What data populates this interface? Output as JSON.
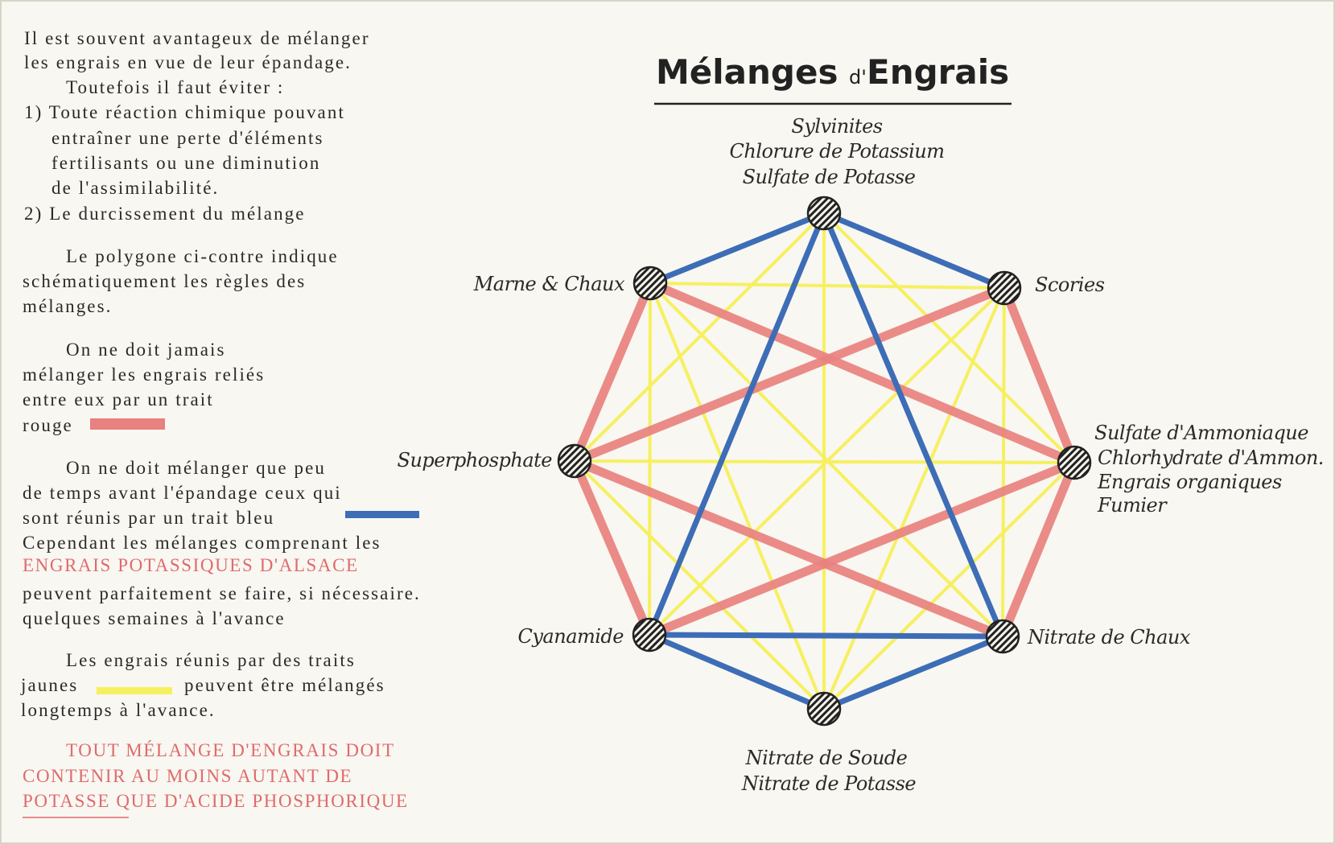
{
  "title": {
    "main": "Mélanges",
    "connector": "d'",
    "second": "Engrais"
  },
  "text_blocks": {
    "intro": [
      "Il est souvent avantageux de mélanger",
      "les engrais en vue de leur épandage.",
      "Toutefois il faut éviter :",
      "1) Toute réaction chimique pouvant",
      "entraîner une perte d'éléments",
      "fertilisants ou une diminution",
      "de l'assimilabilité.",
      "2) Le durcissement du mélange"
    ],
    "polygon": [
      "Le polygone ci-contre indique",
      "schématiquement  les règles des",
      "mélanges."
    ],
    "red_rule": [
      "On ne doit jamais",
      "mélanger les engrais reliés",
      "entre eux par un trait",
      "rouge"
    ],
    "blue_rule": [
      "On ne doit mélanger que peu",
      "de temps avant l'épandage ceux qui",
      "sont réunis par un trait bleu",
      "Cependant les mélanges comprenant les",
      "ENGRAIS POTASSIQUES D'ALSACE",
      "peuvent parfaitement se faire, si nécessaire.",
      "quelques semaines à l'avance"
    ],
    "yellow_rule": [
      "Les engrais réunis par des traits",
      "jaunes",
      "peuvent être mélangés",
      "longtemps à l'avance."
    ],
    "conclusion": [
      "TOUT MÉLANGE D'ENGRAIS DOIT",
      "CONTENIR AU MOINS AUTANT DE",
      "POTASSE QUE D'ACIDE PHOSPHORIQUE"
    ]
  },
  "colors": {
    "red": "#e8817f",
    "blue": "#3d6db6",
    "yellow": "#f6f060",
    "red_text": "#e06a6c"
  },
  "nodes": [
    {
      "id": "potasse",
      "labels": [
        "Sylvinites",
        "Chlorure de Potassium",
        "Sulfate de Potasse"
      ]
    },
    {
      "id": "scories",
      "labels": [
        "Scories"
      ]
    },
    {
      "id": "ammoniaque",
      "labels": [
        "Sulfate d'Ammoniaque",
        "Chlorhydrate d'Ammon.",
        "Engrais organiques",
        "Fumier"
      ]
    },
    {
      "id": "nitrate-chaux",
      "labels": [
        "Nitrate de Chaux"
      ]
    },
    {
      "id": "nitrate-soude",
      "labels": [
        "Nitrate de Soude",
        "Nitrate de Potasse"
      ]
    },
    {
      "id": "cyanamide",
      "labels": [
        "Cyanamide"
      ]
    },
    {
      "id": "superphosphate",
      "labels": [
        "Superphosphate"
      ]
    },
    {
      "id": "marne",
      "labels": [
        "Marne & Chaux"
      ]
    }
  ],
  "edges": [
    {
      "from": "potasse",
      "to": "marne",
      "color": "blue"
    },
    {
      "from": "potasse",
      "to": "scories",
      "color": "blue"
    },
    {
      "from": "potasse",
      "to": "cyanamide",
      "color": "blue"
    },
    {
      "from": "potasse",
      "to": "nitrate-chaux",
      "color": "blue"
    },
    {
      "from": "cyanamide",
      "to": "nitrate-chaux",
      "color": "blue"
    },
    {
      "from": "cyanamide",
      "to": "nitrate-soude",
      "color": "blue"
    },
    {
      "from": "nitrate-chaux",
      "to": "nitrate-soude",
      "color": "blue"
    },
    {
      "from": "marne",
      "to": "superphosphate",
      "color": "red"
    },
    {
      "from": "scories",
      "to": "ammoniaque",
      "color": "red"
    },
    {
      "from": "superphosphate",
      "to": "cyanamide",
      "color": "red"
    },
    {
      "from": "ammoniaque",
      "to": "nitrate-chaux",
      "color": "red"
    },
    {
      "from": "marne",
      "to": "ammoniaque",
      "color": "red"
    },
    {
      "from": "scories",
      "to": "superphosphate",
      "color": "red"
    },
    {
      "from": "superphosphate",
      "to": "nitrate-chaux",
      "color": "red"
    },
    {
      "from": "ammoniaque",
      "to": "cyanamide",
      "color": "red"
    },
    {
      "from": "potasse",
      "to": "superphosphate",
      "color": "yellow"
    },
    {
      "from": "potasse",
      "to": "ammoniaque",
      "color": "yellow"
    },
    {
      "from": "potasse",
      "to": "nitrate-soude",
      "color": "yellow"
    },
    {
      "from": "marne",
      "to": "scories",
      "color": "yellow"
    },
    {
      "from": "marne",
      "to": "cyanamide",
      "color": "yellow"
    },
    {
      "from": "marne",
      "to": "nitrate-chaux",
      "color": "yellow"
    },
    {
      "from": "marne",
      "to": "nitrate-soude",
      "color": "yellow"
    },
    {
      "from": "scories",
      "to": "nitrate-chaux",
      "color": "yellow"
    },
    {
      "from": "scories",
      "to": "cyanamide",
      "color": "yellow"
    },
    {
      "from": "scories",
      "to": "nitrate-soude",
      "color": "yellow"
    },
    {
      "from": "superphosphate",
      "to": "ammoniaque",
      "color": "yellow"
    },
    {
      "from": "superphosphate",
      "to": "nitrate-soude",
      "color": "yellow"
    },
    {
      "from": "ammoniaque",
      "to": "nitrate-soude",
      "color": "yellow"
    }
  ]
}
